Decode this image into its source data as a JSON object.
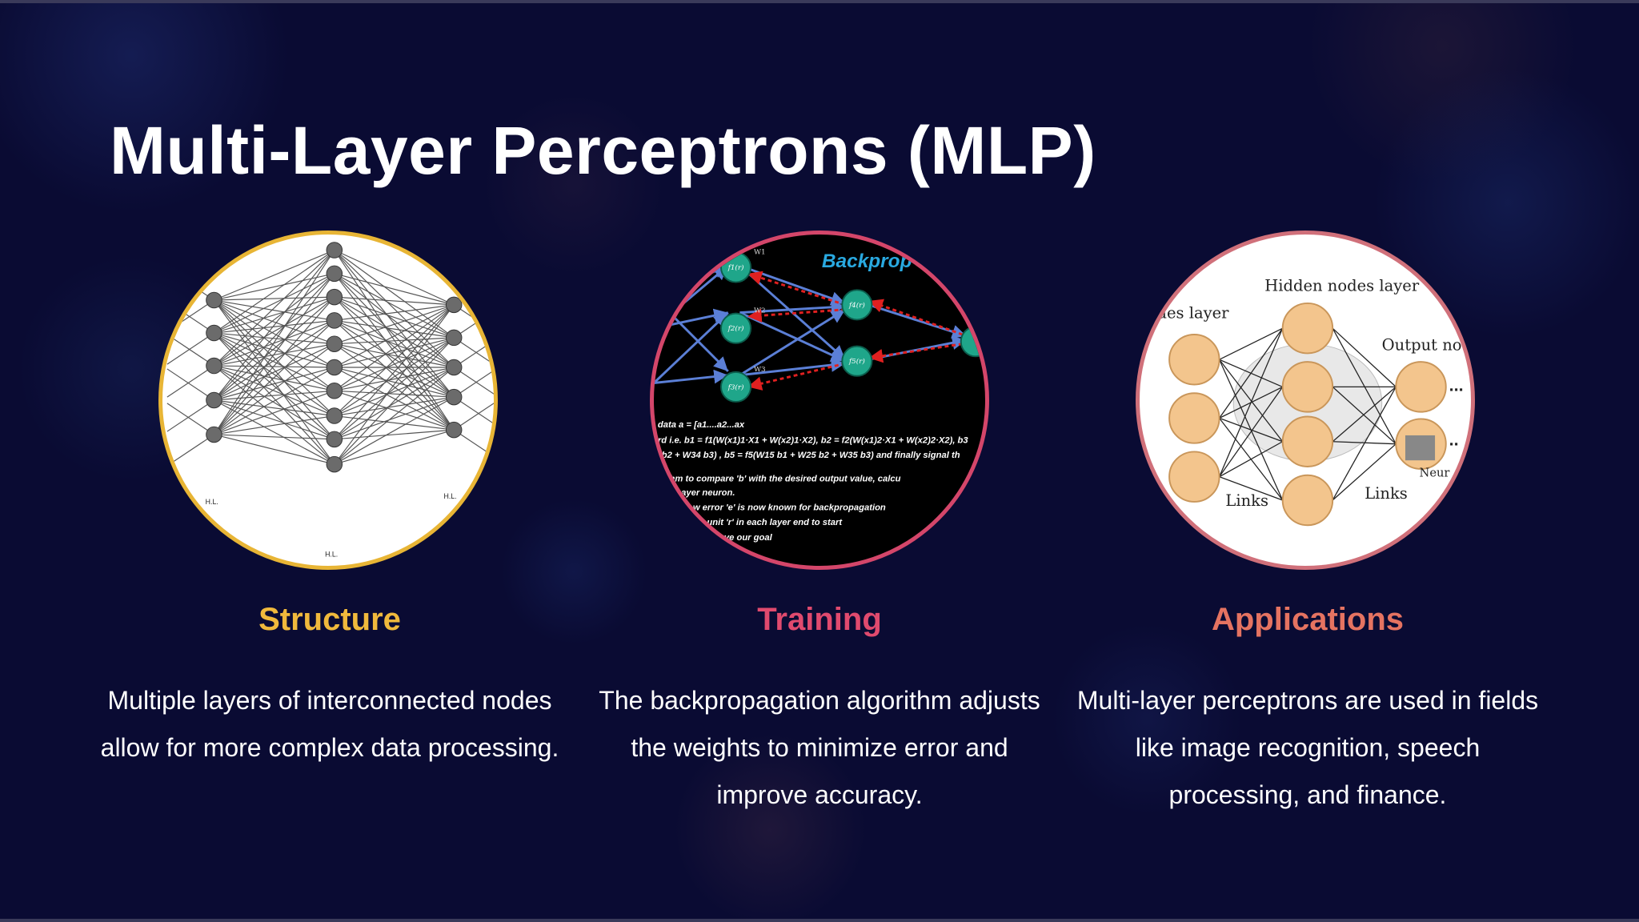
{
  "slide": {
    "title": "Multi-Layer Perceptrons (MLP)",
    "accent_colors": {
      "structure": "#f0b93c",
      "training": "#e04a6e",
      "applications": "#e57361"
    }
  },
  "cards": [
    {
      "heading": "Structure",
      "description": "Multiple layers of interconnected nodes allow for more complex data processing.",
      "image": {
        "labels": [
          "H.L.",
          "H.L.",
          "H.L."
        ]
      }
    },
    {
      "heading": "Training",
      "description": "The backpropagation algorithm adjusts the weights to minimize error and improve accuracy.",
      "image": {
        "title": "Backprop",
        "nodes": [
          "f1(r)",
          "f2(r)",
          "f3(r)",
          "f4(r)",
          "f5(r)"
        ],
        "weights": [
          "W1",
          "W2",
          "W3"
        ],
        "lines": [
          "data  a = [a1....a2...ax",
          "rd i.e. b1 = f1(W(x1)1·X1 + W(x2)1·X2),   b2 = f2(W(x1)2·X1 + W(x2)2·X2),   b3",
          "b2 + W34 b3) ,  b5 = f5(W15 b1 + W25 b2 + W35 b3) and finally signal th",
          "hm to compare 'b' with the desired output value, calcu",
          "ayer neuron.",
          "w error 'e' is now known for backpropagation",
          "unit 'r' in each layer end to start",
          "ve our goal"
        ]
      }
    },
    {
      "heading": "Applications",
      "description": "Multi-layer perceptrons are used in fields like image recognition, speech processing, and finance.",
      "image": {
        "labels": [
          "des layer",
          "Hidden nodes layer",
          "Output nod",
          "Links",
          "Links",
          "Neur"
        ]
      }
    }
  ]
}
